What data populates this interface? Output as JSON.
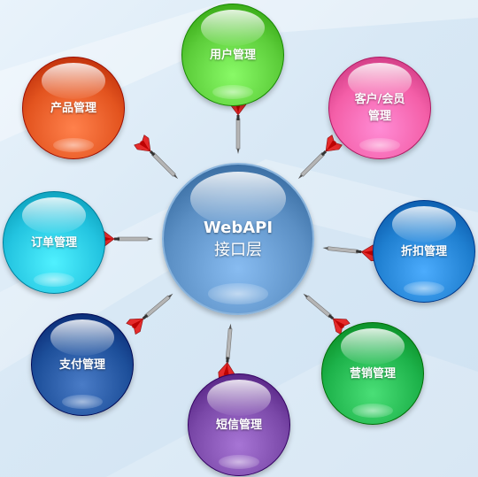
{
  "center": {
    "line1": "WebAPI",
    "line2": "接口层"
  },
  "nodes": {
    "user": {
      "label": "用户管理"
    },
    "customer": {
      "line1": "客户/会员",
      "line2": "管理"
    },
    "product": {
      "label": "产品管理"
    },
    "discount": {
      "label": "折扣管理"
    },
    "order": {
      "label": "订单管理"
    },
    "marketing": {
      "label": "营销管理"
    },
    "payment": {
      "label": "支付管理"
    },
    "sms": {
      "label": "短信管理"
    }
  },
  "colors": {
    "center": "#5b8fc4",
    "user": "#5ccd3a",
    "customer": "#f45fa8",
    "product": "#e3541f",
    "discount": "#1f7fd0",
    "order": "#23c4e0",
    "marketing": "#1db24a",
    "payment": "#1d4f9a",
    "sms": "#7a48a8",
    "dart": "#e52b2b"
  }
}
